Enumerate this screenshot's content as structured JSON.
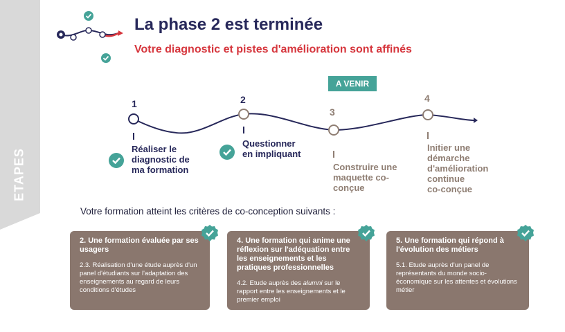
{
  "sidebar": {
    "label": "ETAPES"
  },
  "header": {
    "title": "La phase 2 est terminée",
    "subtitle": "Votre diagnostic et pistes d'amélioration sont affinés"
  },
  "badge": {
    "label": "A VENIR"
  },
  "steps": [
    {
      "number": "1",
      "line1": "Réaliser le",
      "line2": "diagnostic de",
      "line3": "ma formation",
      "status": "done"
    },
    {
      "number": "2",
      "line1": "Questionner",
      "line2": "en impliquant",
      "status": "done"
    },
    {
      "number": "3",
      "line1": "Construire une",
      "line2": "maquette co-",
      "line3": "conçue",
      "status": "upcoming"
    },
    {
      "number": "4",
      "line1": "Initier une",
      "line2": "démarche",
      "line3": "d'amélioration",
      "line4": "continue",
      "line5": "co-conçue",
      "status": "upcoming"
    }
  ],
  "intro": "Votre formation atteint les critères de co-conception suivants :",
  "cards": [
    {
      "title": "2. Une formation évaluée par ses usagers",
      "text": "2.3. Réalisation d'une étude auprès d'un panel d'étudiants sur l'adaptation des enseignements au regard de leurs conditions d'études"
    },
    {
      "title": "4. Une formation qui anime une réflexion sur l'adéquation entre les enseignements et les pratiques professionnelles",
      "text_before": "4.2. Etude auprès des ",
      "text_em": "alumni",
      "text_after": " sur le rapport entre les enseignements et le premier emploi"
    },
    {
      "title": "5. Une formation qui répond à l'évolution des métiers",
      "text": "5.1. Etude auprès d'un panel de représentants du monde socio-économique sur les attentes et évolutions métier"
    }
  ],
  "colors": {
    "navy": "#27285a",
    "red": "#d6363d",
    "teal": "#45a398",
    "taupe": "#8a776e",
    "muted": "#8f7e73",
    "sidebar": "#d9d9d9"
  }
}
